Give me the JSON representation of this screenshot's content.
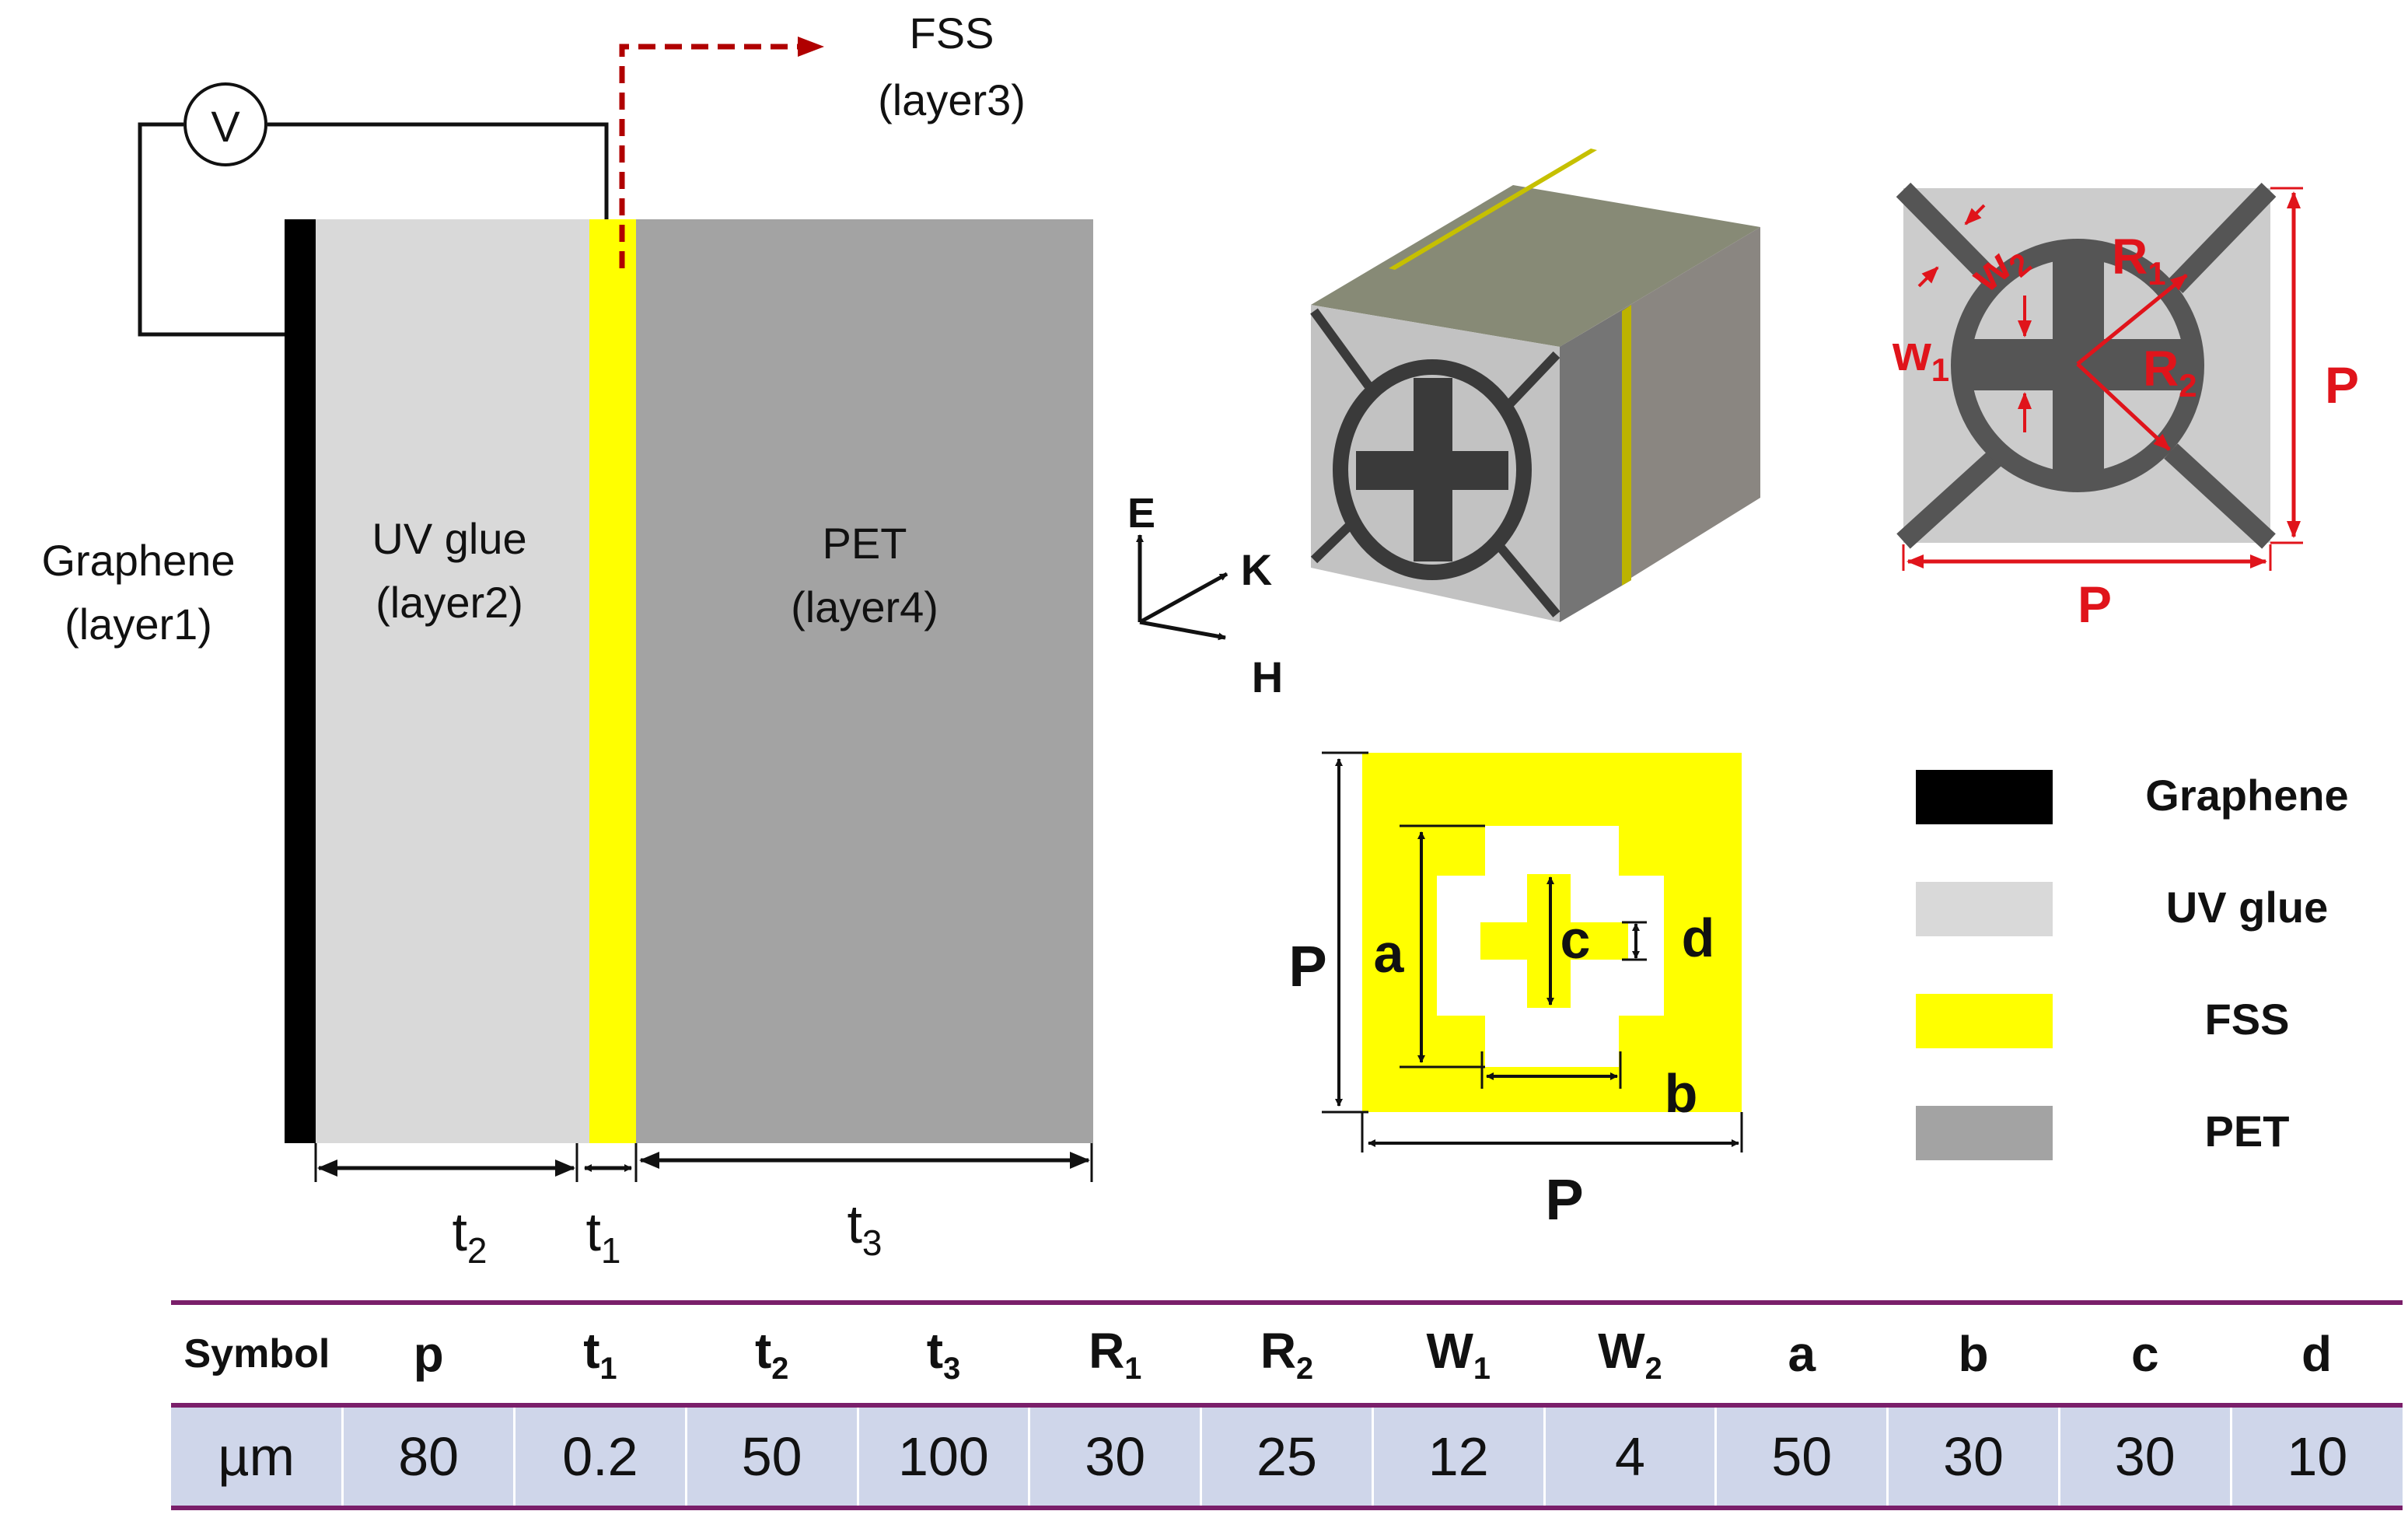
{
  "left_diagram": {
    "graphene_label_line1": "Graphene",
    "graphene_label_line2": "(layer1)",
    "uv_label_line1": "UV glue",
    "uv_label_line2": "(layer2)",
    "fss_label_line1": "FSS",
    "fss_label_line2": "(layer3)",
    "pet_label_line1": "PET",
    "pet_label_line2": "(layer4)",
    "voltmeter_symbol": "V",
    "dim_t2": "t",
    "dim_t2_sub": "2",
    "dim_t1": "t",
    "dim_t1_sub": "1",
    "dim_t3": "t",
    "dim_t3_sub": "3"
  },
  "axes": {
    "e": "E",
    "k": "K",
    "h": "H"
  },
  "unit_cell_top": {
    "r1": "R",
    "r1_sub": "1",
    "r2": "R",
    "r2_sub": "2",
    "w1": "w",
    "w1_sub": "1",
    "w2": "w",
    "w2_sub": "2",
    "p_right": "P",
    "p_bottom": "P"
  },
  "unit_cell_bottom": {
    "p_left": "P",
    "p_bottom": "P",
    "a": "a",
    "b": "b",
    "c": "c",
    "d": "d"
  },
  "legend": [
    {
      "label": "Graphene",
      "color": "#000000"
    },
    {
      "label": "UV glue",
      "color": "#d9d9d9"
    },
    {
      "label": "FSS",
      "color": "#ffff00"
    },
    {
      "label": "PET",
      "color": "#a3a3a3"
    }
  ],
  "table": {
    "header_first": "Symbol",
    "unit": "µm",
    "columns": [
      {
        "sym": "p",
        "sub": "",
        "value": "80"
      },
      {
        "sym": "t",
        "sub": "1",
        "value": "0.2"
      },
      {
        "sym": "t",
        "sub": "2",
        "value": "50"
      },
      {
        "sym": "t",
        "sub": "3",
        "value": "100"
      },
      {
        "sym": "R",
        "sub": "1",
        "value": "30"
      },
      {
        "sym": "R",
        "sub": "2",
        "value": "25"
      },
      {
        "sym": "W",
        "sub": "1",
        "value": "12"
      },
      {
        "sym": "W",
        "sub": "2",
        "value": "4"
      },
      {
        "sym": "a",
        "sub": "",
        "value": "50"
      },
      {
        "sym": "b",
        "sub": "",
        "value": "30"
      },
      {
        "sym": "c",
        "sub": "",
        "value": "30"
      },
      {
        "sym": "d",
        "sub": "",
        "value": "10"
      }
    ]
  }
}
